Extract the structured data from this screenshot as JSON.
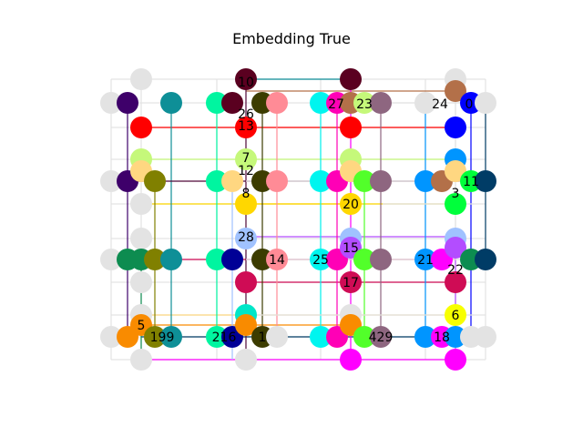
{
  "title": "Embedding True",
  "labels": [
    "10",
    "23",
    "27",
    "24",
    "0",
    "26",
    "13",
    "7",
    "12",
    "8",
    "20",
    "11",
    "3",
    "28",
    "14",
    "15",
    "25",
    "21",
    "22",
    "17",
    "6",
    "5",
    "199",
    "216",
    "1",
    "429",
    "18"
  ],
  "colors": {
    "grid": "#e3e3e3",
    "node_fill": [
      "#e3e3e3",
      "#530c3c",
      "#52ff2a",
      "#0e8f97",
      "#00f5a0",
      "#3c3c00",
      "#ff8b96",
      "#00f5ef",
      "#ff00b6",
      "#8e6680",
      "#ff0000",
      "#0000ff",
      "#c5f87a",
      "#ffd781",
      "#0d8c50",
      "#000096",
      "#cf0c55",
      "#f98b00",
      "#f7ff00",
      "#b37049",
      "#3e006a",
      "#003c66",
      "#808000",
      "#0095ff",
      "#a0c2ff",
      "#ffd700",
      "#00ff3b",
      "#b34dff",
      "#ff00ff",
      "#00e6c8",
      "#5a0020"
    ]
  }
}
